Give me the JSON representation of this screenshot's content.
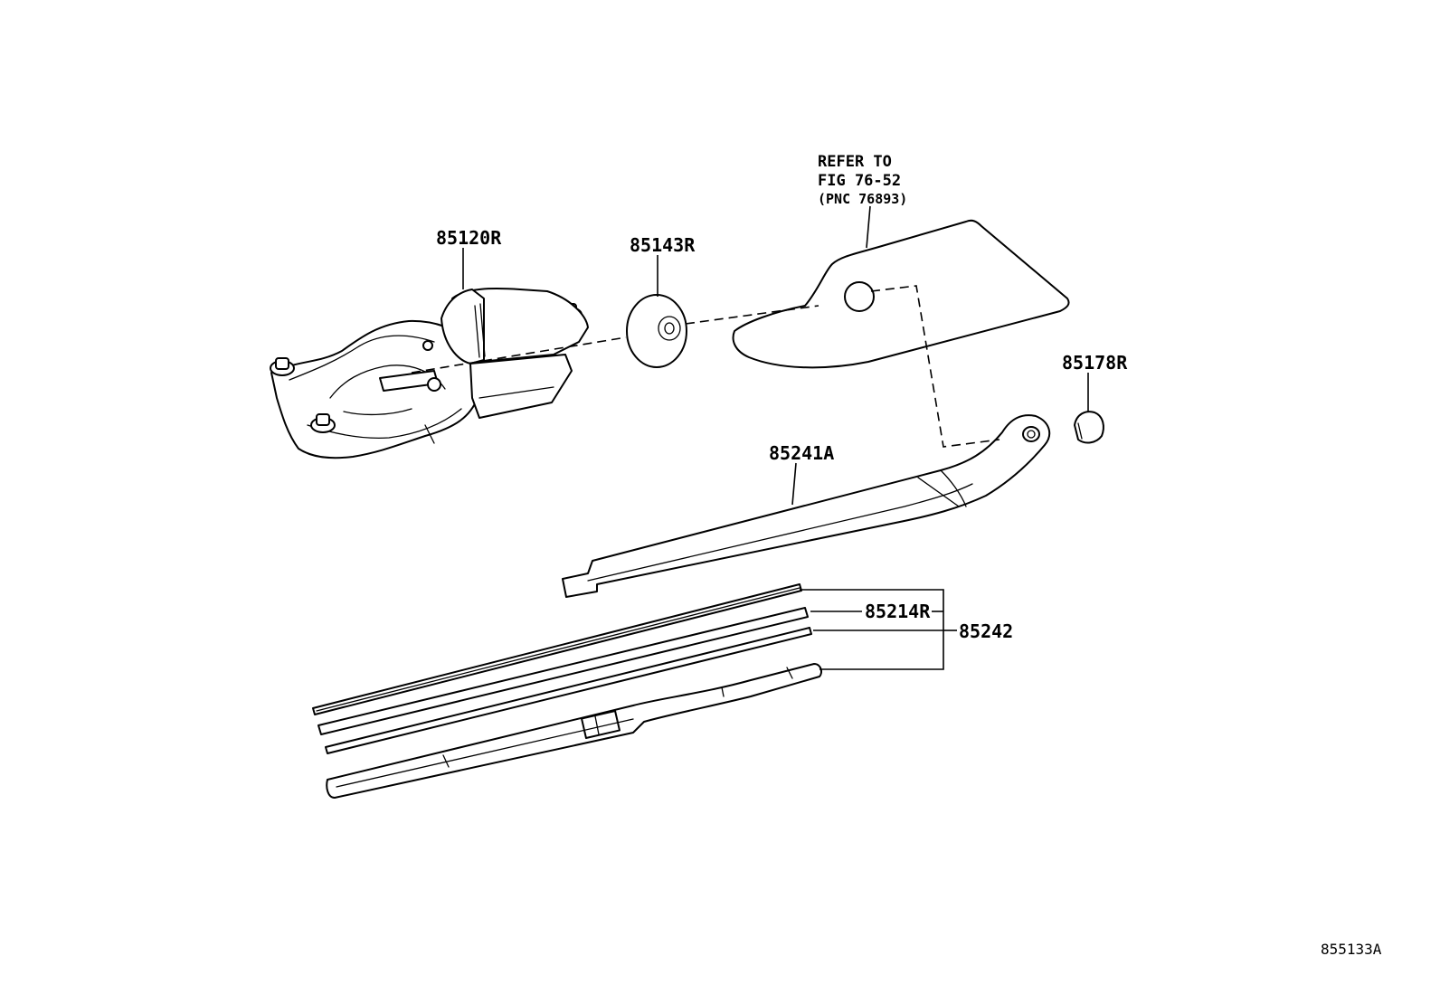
{
  "diagram": {
    "part_labels": {
      "wiper_motor": "85120R",
      "pivot_cap": "85143R",
      "nut": "85178R",
      "wiper_arm": "85241A",
      "blade_rubber": "85214R",
      "blade_assy": "85242"
    },
    "reference_note": {
      "line1": "REFER TO",
      "line2": "FIG 76-52",
      "line3": "(PNC 76893)"
    },
    "figure_code": "855133A"
  }
}
